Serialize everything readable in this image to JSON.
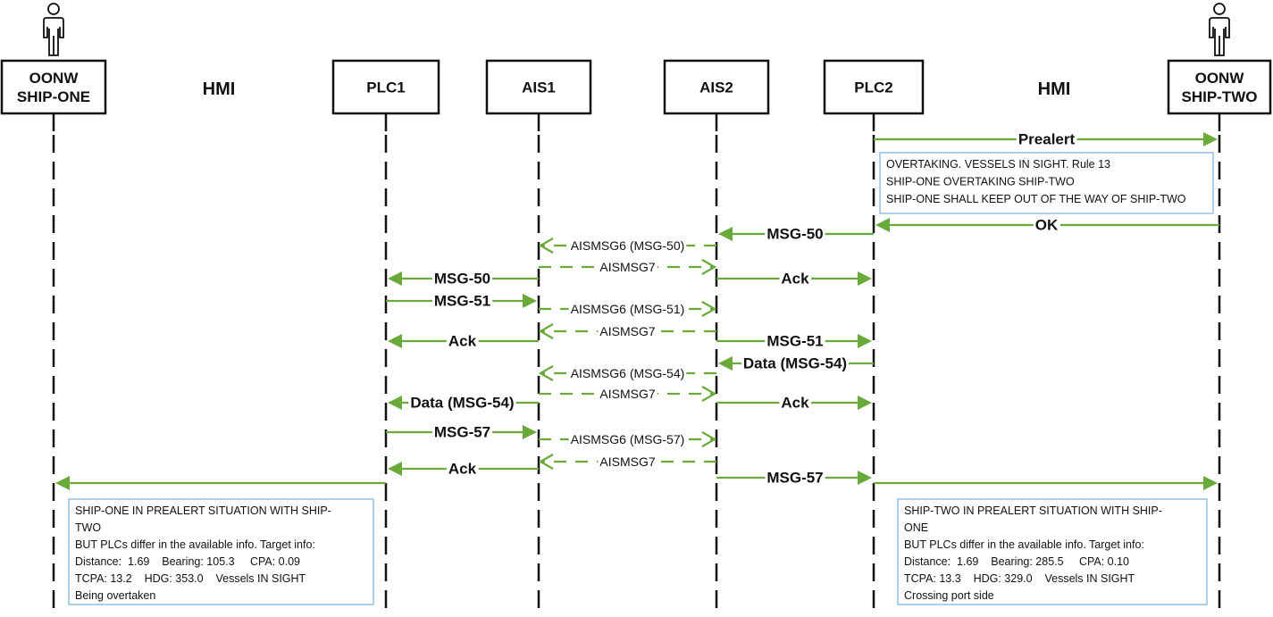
{
  "diagram": {
    "type": "sequence-diagram",
    "colors": {
      "arrow": "#6aaa3a",
      "note_border": "#9cc3e6",
      "lifeline": "#111111"
    },
    "participants": [
      {
        "id": "oonw1",
        "label_lines": [
          "OONW",
          "SHIP-ONE"
        ],
        "kind": "human",
        "icon": "person-icon"
      },
      {
        "id": "hmi1",
        "label_lines": [
          "HMI"
        ],
        "kind": "label-only"
      },
      {
        "id": "plc1",
        "label_lines": [
          "PLC1"
        ],
        "kind": "box"
      },
      {
        "id": "ais1",
        "label_lines": [
          "AIS1"
        ],
        "kind": "box"
      },
      {
        "id": "ais2",
        "label_lines": [
          "AIS2"
        ],
        "kind": "box"
      },
      {
        "id": "plc2",
        "label_lines": [
          "PLC2"
        ],
        "kind": "box"
      },
      {
        "id": "hmi2",
        "label_lines": [
          "HMI"
        ],
        "kind": "label-only"
      },
      {
        "id": "oonw2",
        "label_lines": [
          "OONW",
          "SHIP-TWO"
        ],
        "kind": "human",
        "icon": "person-icon"
      }
    ],
    "messages": [
      {
        "from": "plc2",
        "to": "oonw2",
        "label": "Prealert",
        "style": "solid"
      },
      {
        "from": "oonw2",
        "to": "plc2",
        "label": "OK",
        "style": "solid"
      },
      {
        "from": "plc2",
        "to": "ais2",
        "label": "MSG-50",
        "style": "solid"
      },
      {
        "from": "ais2",
        "to": "ais1",
        "label": "AISMSG6 (MSG-50)",
        "style": "dashed-open"
      },
      {
        "from": "ais1",
        "to": "ais2",
        "label": "AISMSG7",
        "style": "dashed-open"
      },
      {
        "from": "ais1",
        "to": "plc1",
        "label": "MSG-50",
        "style": "solid"
      },
      {
        "from": "ais2",
        "to": "plc2",
        "label": "Ack",
        "style": "solid"
      },
      {
        "from": "plc1",
        "to": "ais1",
        "label": "MSG-51",
        "style": "solid"
      },
      {
        "from": "ais1",
        "to": "ais2",
        "label": "AISMSG6 (MSG-51)",
        "style": "dashed-open"
      },
      {
        "from": "ais2",
        "to": "ais1",
        "label": "AISMSG7",
        "style": "dashed-open"
      },
      {
        "from": "ais1",
        "to": "plc1",
        "label": "Ack",
        "style": "solid"
      },
      {
        "from": "ais2",
        "to": "plc2",
        "label": "MSG-51",
        "style": "solid"
      },
      {
        "from": "plc2",
        "to": "ais2",
        "label": "Data (MSG-54)",
        "style": "solid"
      },
      {
        "from": "ais2",
        "to": "ais1",
        "label": "AISMSG6 (MSG-54)",
        "style": "dashed-open"
      },
      {
        "from": "ais1",
        "to": "ais2",
        "label": "AISMSG7",
        "style": "dashed-open"
      },
      {
        "from": "ais1",
        "to": "plc1",
        "label": "Data (MSG-54)",
        "style": "solid"
      },
      {
        "from": "ais2",
        "to": "plc2",
        "label": "Ack",
        "style": "solid"
      },
      {
        "from": "plc1",
        "to": "ais1",
        "label": "MSG-57",
        "style": "solid"
      },
      {
        "from": "ais1",
        "to": "ais2",
        "label": "AISMSG6 (MSG-57)",
        "style": "dashed-open"
      },
      {
        "from": "ais2",
        "to": "ais1",
        "label": "AISMSG7",
        "style": "dashed-open"
      },
      {
        "from": "ais1",
        "to": "plc1",
        "label": "Ack",
        "style": "solid"
      },
      {
        "from": "ais2",
        "to": "plc2",
        "label": "MSG-57",
        "style": "solid"
      },
      {
        "from": "plc1",
        "to": "oonw1",
        "label": "",
        "style": "solid"
      },
      {
        "from": "plc2",
        "to": "oonw2",
        "label": "",
        "style": "solid"
      }
    ],
    "notes": [
      {
        "id": "prealert-note",
        "between": [
          "plc2",
          "oonw2"
        ],
        "lines": [
          "OVERTAKING. VESSELS IN SIGHT. Rule 13",
          "SHIP-ONE OVERTAKING SHIP-TWO",
          "SHIP-ONE SHALL KEEP OUT OF THE WAY OF SHIP-TWO"
        ]
      },
      {
        "id": "ship-one-note",
        "between": [
          "oonw1",
          "plc1"
        ],
        "lines": [
          "SHIP-ONE IN PREALERT SITUATION WITH SHIP-",
          "TWO",
          "BUT PLCs differ in the available info. Target info:",
          "Distance:  1.69    Bearing: 105.3     CPA: 0.09",
          "TCPA: 13.2    HDG: 353.0    Vessels IN SIGHT",
          "Being overtaken"
        ]
      },
      {
        "id": "ship-two-note",
        "between": [
          "plc2",
          "oonw2"
        ],
        "lines": [
          "SHIP-TWO IN PREALERT SITUATION WITH SHIP-",
          "ONE",
          "BUT PLCs differ in the available info. Target info:",
          "Distance:  1.69    Bearing: 285.5     CPA: 0.10",
          "TCPA: 13.3    HDG: 329.0    Vessels IN SIGHT",
          "Crossing port side"
        ]
      }
    ]
  }
}
